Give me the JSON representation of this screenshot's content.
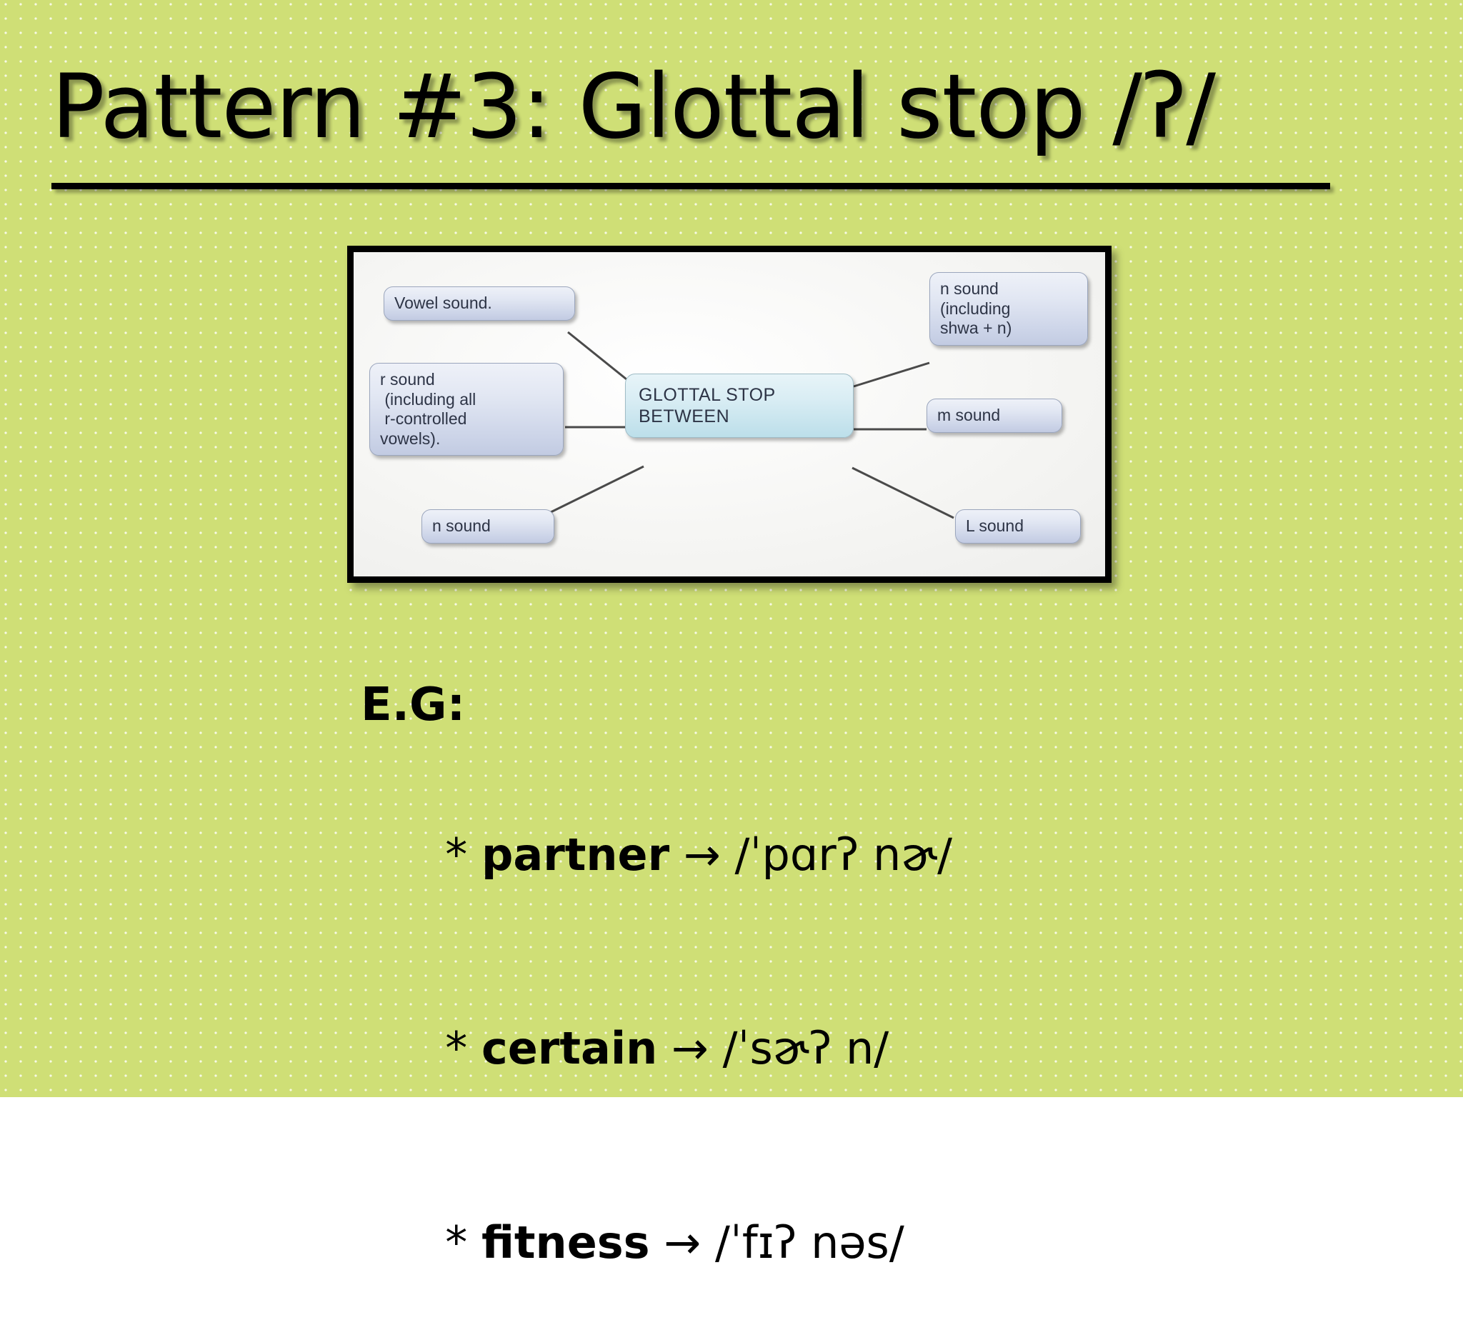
{
  "slide": {
    "title": "Pattern #3: Glottal stop  /ʔ/",
    "background_color": "#cfdf76",
    "dot_color": "#ffffff"
  },
  "diagram": {
    "center_node": "GLOTTAL STOP\nBETWEEN",
    "nodes": [
      {
        "id": "vowel",
        "label": "Vowel sound."
      },
      {
        "id": "r",
        "label": "r sound\n (including all\n r-controlled\nvowels)."
      },
      {
        "id": "n-bottom",
        "label": "n sound"
      },
      {
        "id": "n-shwa",
        "label": "n sound\n(including\nshwa + n)"
      },
      {
        "id": "m",
        "label": "m sound"
      },
      {
        "id": "l",
        "label": "L sound"
      }
    ],
    "node_fill_start": "#eef1f8",
    "node_fill_end": "#c2cbe2",
    "center_fill_start": "#e7f4f8",
    "center_fill_end": "#bcdfea",
    "connector_color": "#4a4a4a"
  },
  "examples": {
    "heading": "E.G:",
    "items": [
      {
        "bullet": "* ",
        "word": "partner",
        "arrow": " → ",
        "ipa": "/ˈpɑrʔ nɚ/"
      },
      {
        "bullet": "* ",
        "word": "certain",
        "arrow": " → ",
        "ipa": "/ˈsɚʔ n/"
      },
      {
        "bullet": "* ",
        "word": "fitness",
        "arrow": " → ",
        "ipa": "/ˈfɪʔ nəs/"
      }
    ]
  }
}
